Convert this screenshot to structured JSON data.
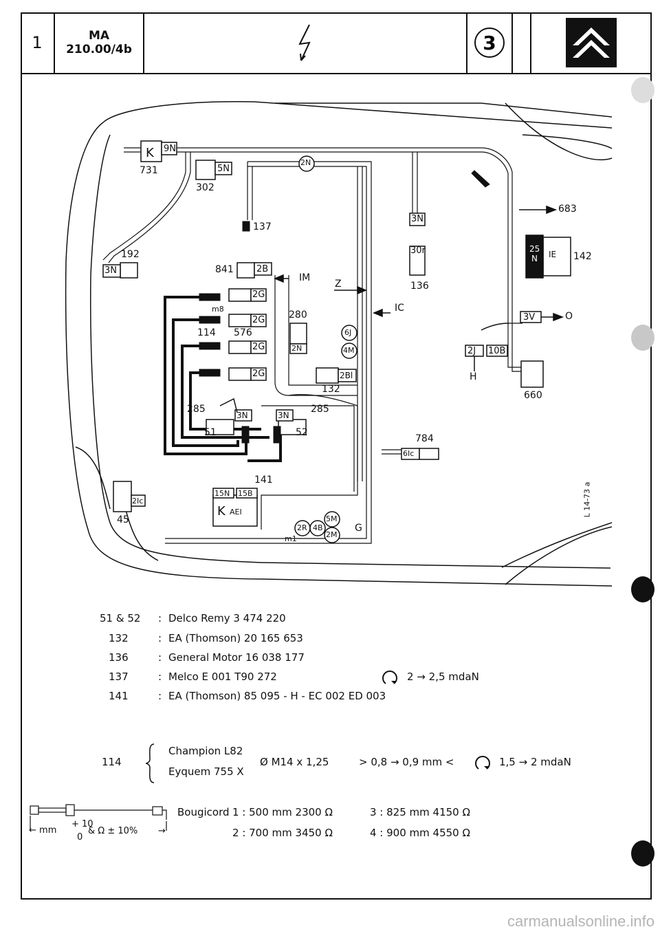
{
  "header": {
    "page_number": "1",
    "ref_line1": "MA",
    "ref_line2": "210.00/4b",
    "section_badge": "3",
    "electric_icon": "lightning-icon",
    "brand_icon": "citroen-chevron-logo"
  },
  "diagram": {
    "labels": {
      "c731": "731",
      "c9N": "9N",
      "c302": "302",
      "c5N": "5N",
      "c2N_top": "2N",
      "c137": "137",
      "c3N_right": "3N",
      "c30r": "30r",
      "c136": "136",
      "c683": "683",
      "c25N_a": "25",
      "c25N_b": "N",
      "cIE": "IE",
      "c142": "142",
      "c192": "192",
      "c3N_left": "3N",
      "c841": "841",
      "c2B": "2B",
      "cIM": "IM",
      "cZ": "Z",
      "cIC": "IC",
      "cm8": "m8",
      "c2G_1": "2G",
      "c2G_2": "2G",
      "c2G_3": "2G",
      "c2G_4": "2G",
      "c114": "114",
      "c576": "576",
      "c280": "280",
      "c2N_mid": "2N",
      "c6J": "6J",
      "c4M": "4M",
      "c2Bl": "2Bl",
      "c132": "132",
      "c3V": "3V",
      "cO": "O",
      "c2J": "2J",
      "c10B": "10B",
      "cH": "H",
      "c660": "660",
      "c285_l": "285",
      "c285_r": "285",
      "c3N_a": "3N",
      "c3N_b": "3N",
      "c51": "51",
      "c52": "52",
      "c784": "784",
      "c6Ic": "6Ic",
      "c141": "141",
      "c15N": "15N",
      "c15B": "15B",
      "cK": "K",
      "cAEI": "AEI",
      "c2Ic": "2Ic",
      "c45": "45",
      "c2R": "2R",
      "c4B": "4B",
      "c5M": "5M",
      "c2M": "2M",
      "cG": "G",
      "cm1": "m1",
      "cref": "L 14-73 a"
    }
  },
  "components": [
    {
      "code": "51 & 52",
      "desc": "Delco Remy 3 474 220"
    },
    {
      "code": "132",
      "desc": "EA (Thomson) 20 165 653"
    },
    {
      "code": "136",
      "desc": "General Motor 16 038 177"
    },
    {
      "code": "137",
      "desc": "Melco E 001 T90 272"
    },
    {
      "code": "141",
      "desc": "EA (Thomson) 85 095 - H - EC 002 ED 003"
    }
  ],
  "sep": ":",
  "torque_137": "2 → 2,5 mdaN",
  "spark_plugs": {
    "code": "114",
    "brand1": "Champion L82",
    "brand2": "Eyquem 755 X",
    "thread": "Ø M14 x 1,25",
    "gap": "> 0,8 → 0,9 mm <",
    "torque": "1,5 → 2 mdaN"
  },
  "leads": {
    "label": "Bougicord",
    "item1": "1 : 500 mm 2300 Ω",
    "item2": "2 : 700 mm 3450 Ω",
    "item3": "3 : 825 mm 4150 Ω",
    "item4": "4 : 900 mm 4550 Ω",
    "tol_mm": "mm",
    "tol_plus": "+ 10",
    "tol_zero": "0",
    "tol_ohm": "& Ω ± 10%"
  },
  "watermark": "carmanualsonline.info"
}
